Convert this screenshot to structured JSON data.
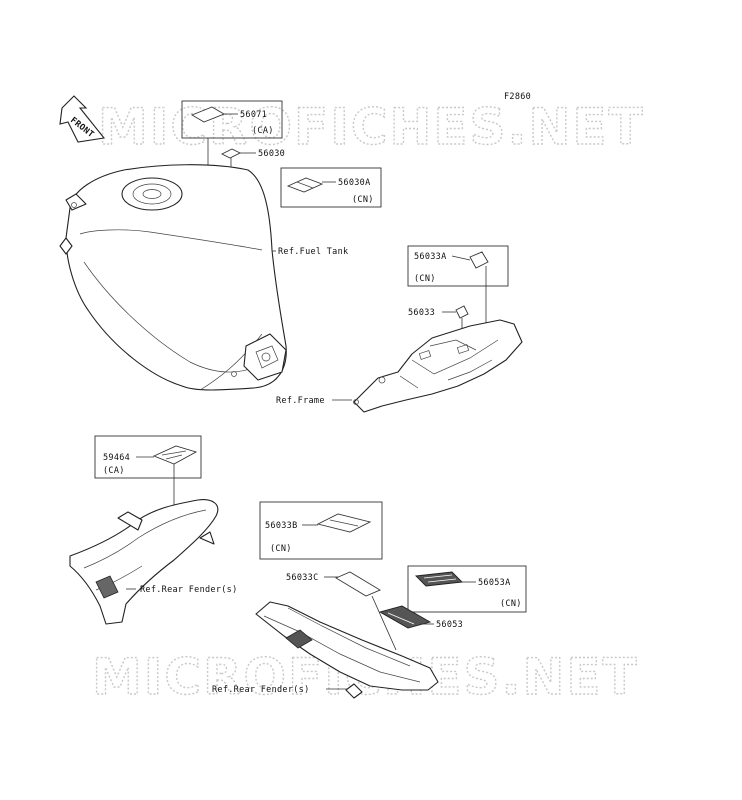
{
  "figure_code": "F2860",
  "watermark": "MICROFICHES.NET",
  "front_arrow_label": "FRONT",
  "callouts": {
    "p56071": "56071",
    "p56071_ca": "(CA)",
    "p56030": "56030",
    "p56030A": "56030A",
    "p56030A_cn": "(CN)",
    "ref_fuel_tank": "Ref.Fuel Tank",
    "p56033A": "56033A",
    "p56033A_cn": "(CN)",
    "p56033": "56033",
    "ref_frame": "Ref.Frame",
    "p59464": "59464",
    "p59464_ca": "(CA)",
    "ref_rear_fender_1": "Ref.Rear Fender(s)",
    "p56033B": "56033B",
    "p56033B_cn": "(CN)",
    "p56033C": "56033C",
    "p56053A": "56053A",
    "p56053A_cn": "(CN)",
    "p56053": "56053",
    "ref_rear_fender_2": "Ref.Rear Fender(s)"
  }
}
